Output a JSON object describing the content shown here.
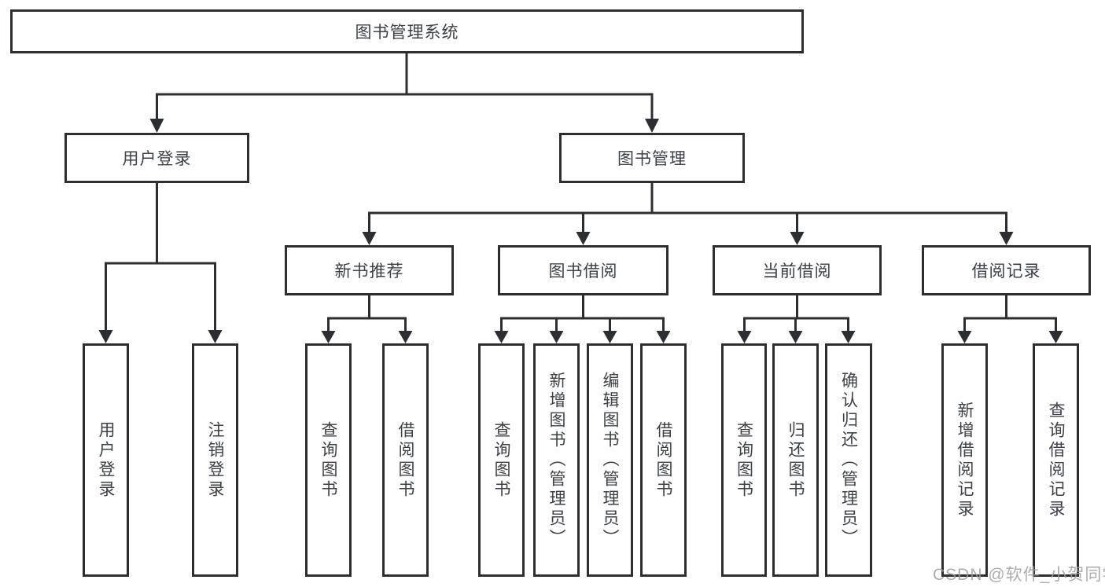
{
  "tree": {
    "root": {
      "label": "图书管理系统"
    },
    "branches": [
      {
        "label": "用户登录",
        "leaves": [
          {
            "label": "用户登录"
          },
          {
            "label": "注销登录"
          }
        ]
      },
      {
        "label": "图书管理",
        "groups": [
          {
            "label": "新书推荐",
            "leaves": [
              {
                "label": "查询图书"
              },
              {
                "label": "借阅图书"
              }
            ]
          },
          {
            "label": "图书借阅",
            "leaves": [
              {
                "label": "查询图书"
              },
              {
                "label": "新增图书（管理员）"
              },
              {
                "label": "编辑图书（管理员）"
              },
              {
                "label": "借阅图书"
              }
            ]
          },
          {
            "label": "当前借阅",
            "leaves": [
              {
                "label": "查询图书"
              },
              {
                "label": "归还图书"
              },
              {
                "label": "确认归还（管理员）"
              }
            ]
          },
          {
            "label": "借阅记录",
            "leaves": [
              {
                "label": "新增借阅记录"
              },
              {
                "label": "查询借阅记录"
              }
            ]
          }
        ]
      }
    ]
  },
  "watermark": {
    "text": "CSDN @软件_小贺同学"
  },
  "colors": {
    "line": "#2c2e31",
    "text": "#3d4046",
    "watermark": "#9e9e9e",
    "background": "#ffffff"
  }
}
